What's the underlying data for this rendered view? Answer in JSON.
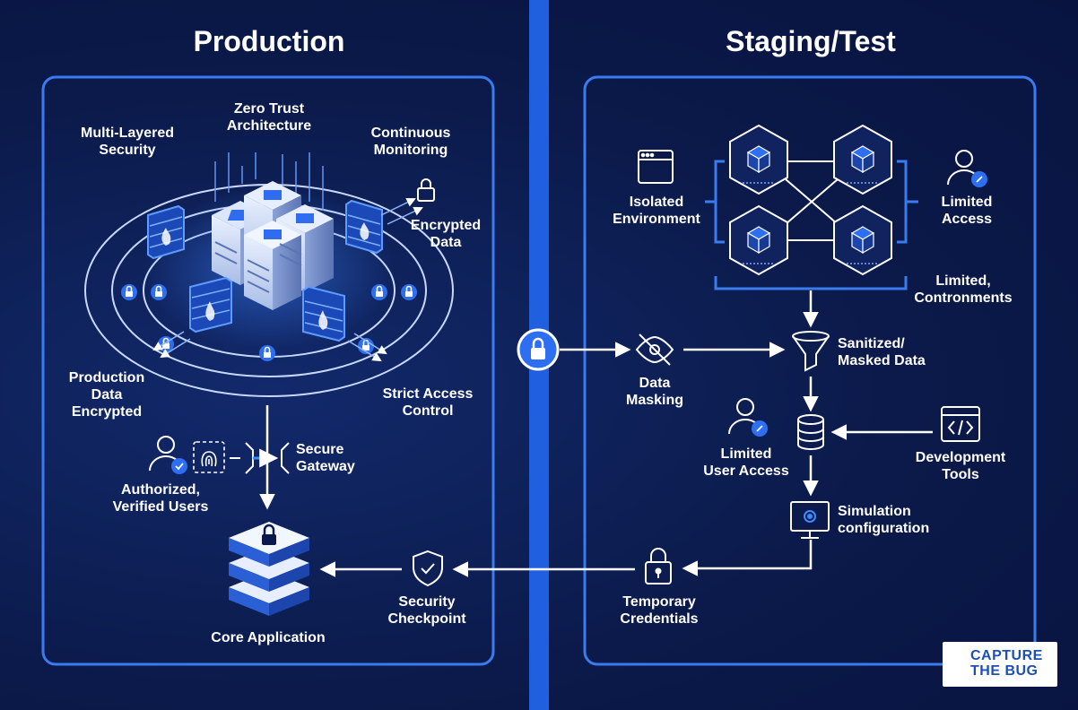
{
  "sections": {
    "production": "Production",
    "staging": "Staging/Test"
  },
  "production": {
    "multi_layered_1": "Multi-Layered",
    "multi_layered_2": "Security",
    "zero_trust_1": "Zero Trust",
    "zero_trust_2": "Architecture",
    "continuous_1": "Continuous",
    "continuous_2": "Monitoring",
    "encrypted_1": "Encrypted",
    "encrypted_2": "Data",
    "prod_data_1": "Production",
    "prod_data_2": "Data",
    "prod_data_3": "Encrypted",
    "strict_1": "Strict Access",
    "strict_2": "Control",
    "gateway_1": "Secure",
    "gateway_2": "Gateway",
    "authorized_1": "Authorized,",
    "authorized_2": "Verified Users",
    "core_app": "Core Application",
    "checkpoint_1": "Security",
    "checkpoint_2": "Checkpoint"
  },
  "staging": {
    "isolated_1": "Isolated",
    "isolated_2": "Environment",
    "limited_access_1": "Limited",
    "limited_access_2": "Access",
    "limited_contr_1": "Limited,",
    "limited_contr_2": "Contronments",
    "masking_1": "Data",
    "masking_2": "Masking",
    "sanitized_1": "Sanitized/",
    "sanitized_2": "Masked Data",
    "limited_user_1": "Limited",
    "limited_user_2": "User Access",
    "dev_tools_1": "Development",
    "dev_tools_2": "Tools",
    "simulation_1": "Simulation",
    "simulation_2": "configuration",
    "temp_cred_1": "Temporary",
    "temp_cred_2": "Credentials"
  },
  "logo": {
    "line1": "CAPTURE",
    "line2": "THE BUG"
  },
  "colors": {
    "background": "#0b1a4a",
    "panel_border": "#3a7cf0",
    "divider": "#1f5fe0",
    "icon": "#ffffff",
    "accent": "#2e6ff2",
    "logo_text": "#1d4fb8"
  }
}
